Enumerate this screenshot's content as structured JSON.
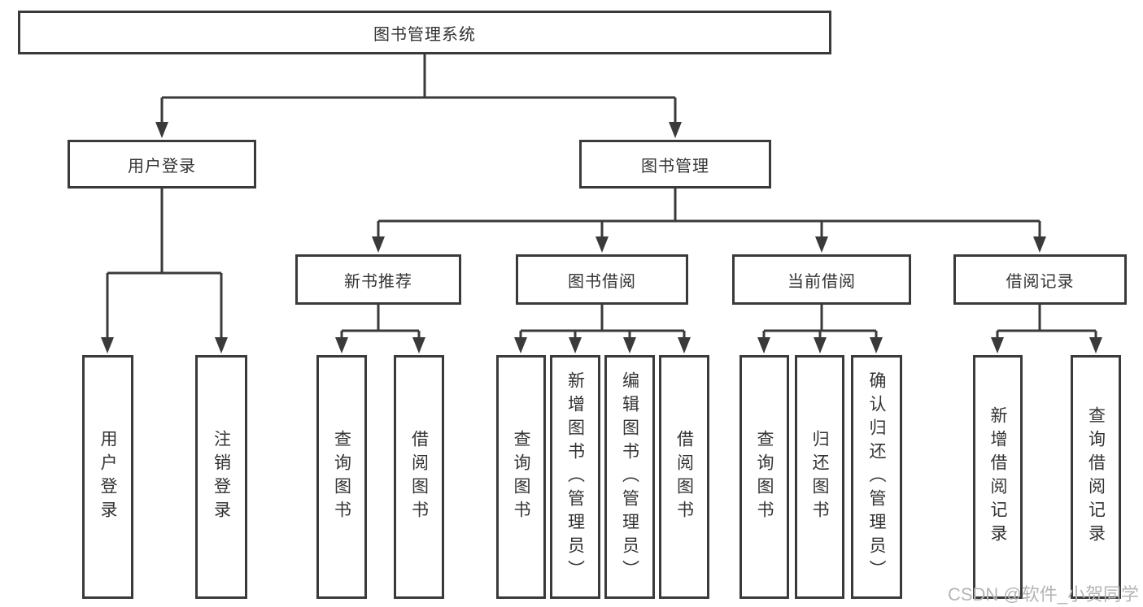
{
  "diagram": {
    "colors": {
      "line": "#3a3a3a",
      "text": "#333333",
      "background": "#ffffff",
      "watermark": "#b5b5b5"
    },
    "tree": {
      "label": "图书管理系统",
      "children": [
        {
          "label": "用户登录",
          "children": [
            {
              "label": "用户登录"
            },
            {
              "label": "注销登录"
            }
          ]
        },
        {
          "label": "图书管理",
          "children": [
            {
              "label": "新书推荐",
              "children": [
                {
                  "label": "查询图书"
                },
                {
                  "label": "借阅图书"
                }
              ]
            },
            {
              "label": "图书借阅",
              "children": [
                {
                  "label": "查询图书"
                },
                {
                  "label": "新增图书（管理员）"
                },
                {
                  "label": "编辑图书（管理员）"
                },
                {
                  "label": "借阅图书"
                }
              ]
            },
            {
              "label": "当前借阅",
              "children": [
                {
                  "label": "查询图书"
                },
                {
                  "label": "归还图书"
                },
                {
                  "label": "确认归还（管理员）"
                }
              ]
            },
            {
              "label": "借阅记录",
              "children": [
                {
                  "label": "新增借阅记录"
                },
                {
                  "label": "查询借阅记录"
                }
              ]
            }
          ]
        }
      ]
    },
    "watermark": {
      "text": "CSDN @软件_小贺同学"
    }
  }
}
